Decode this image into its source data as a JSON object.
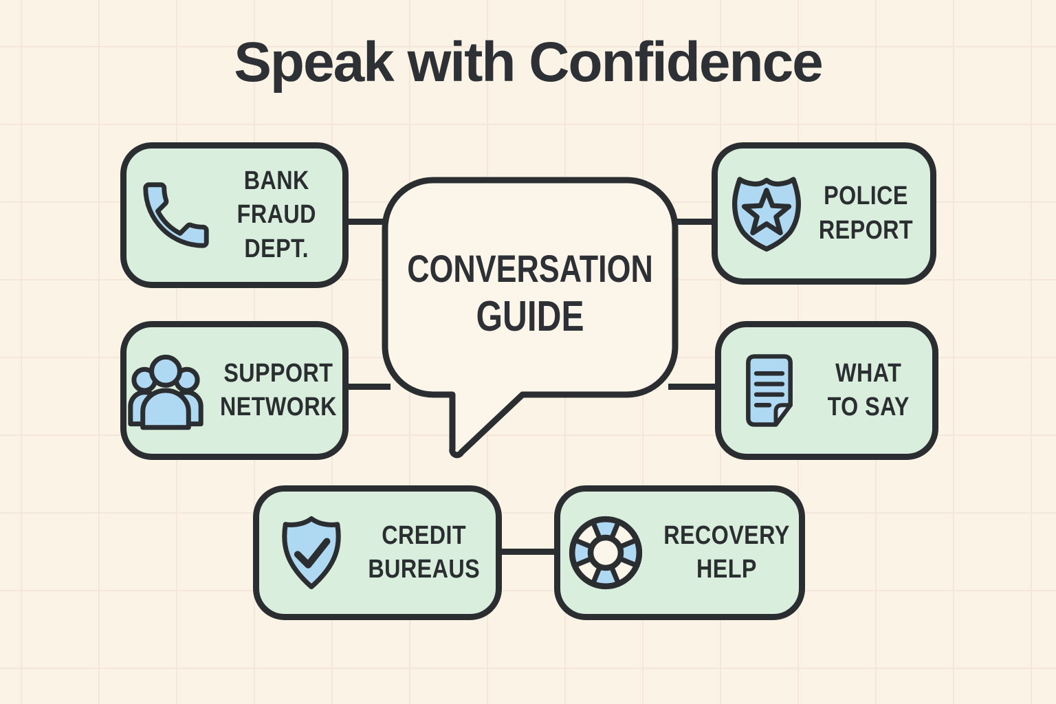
{
  "title": "Speak with Confidence",
  "center_bubble": {
    "line1": "CONVERSATION",
    "line2": "GUIDE",
    "shape": "speech-bubble"
  },
  "cards": [
    {
      "id": "bank-fraud-dept",
      "icon": "phone-icon",
      "lines": [
        "BANK",
        "FRAUD",
        "DEPT."
      ]
    },
    {
      "id": "police-report",
      "icon": "police-badge-icon",
      "lines": [
        "POLICE",
        "REPORT"
      ]
    },
    {
      "id": "support-network",
      "icon": "people-group-icon",
      "lines": [
        "SUPPORT",
        "NETWORK"
      ]
    },
    {
      "id": "what-to-say",
      "icon": "document-icon",
      "lines": [
        "WHAT",
        "TO SAY"
      ]
    },
    {
      "id": "credit-bureaus",
      "icon": "shield-check-icon",
      "lines": [
        "CREDIT",
        "BUREAUS"
      ]
    },
    {
      "id": "recovery-help",
      "icon": "lifebuoy-icon",
      "lines": [
        "RECOVERY",
        "HELP"
      ]
    }
  ],
  "colors": {
    "background": "#FAF3E6",
    "grid_line": "#F2E2D5",
    "card_fill": "#D9EEDD",
    "outline": "#2B2E30",
    "icon_fill": "#AFD9F2",
    "icon_fill_light": "#D6EBF8",
    "bubble_fill": "#FBF5EA",
    "text": "#2D3034"
  }
}
